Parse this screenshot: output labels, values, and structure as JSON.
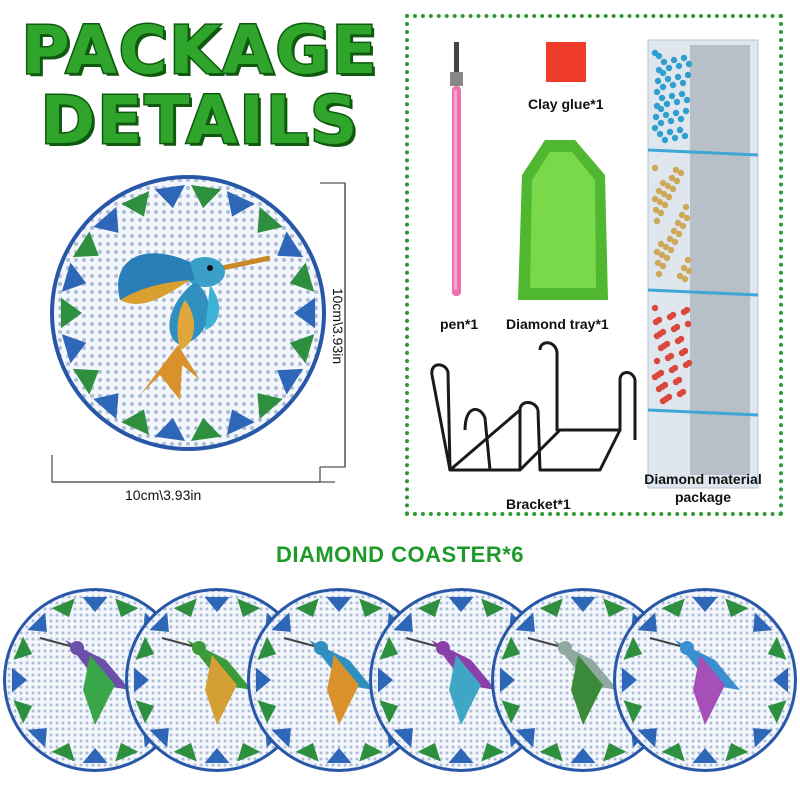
{
  "header": {
    "title_line1": "PACKAGE",
    "title_line2": "DETAILS"
  },
  "dimensions": {
    "height": "10cm\\3.93in",
    "width": "10cm\\3.93in"
  },
  "package_items": [
    {
      "label": "pen*1"
    },
    {
      "label": "Clay glue*1"
    },
    {
      "label": "Diamond tray*1"
    },
    {
      "label": "Bracket*1"
    },
    {
      "label": "Diamond material package"
    }
  ],
  "coasters": {
    "title": "DIAMOND COASTER*6",
    "count": 6
  },
  "colors": {
    "title_green": "#2fa52c",
    "border_green": "#2f9a2f",
    "tray_green": "#6ecf3a",
    "pen_pink": "#f06fb0",
    "glue_red": "#ee3b2a"
  }
}
